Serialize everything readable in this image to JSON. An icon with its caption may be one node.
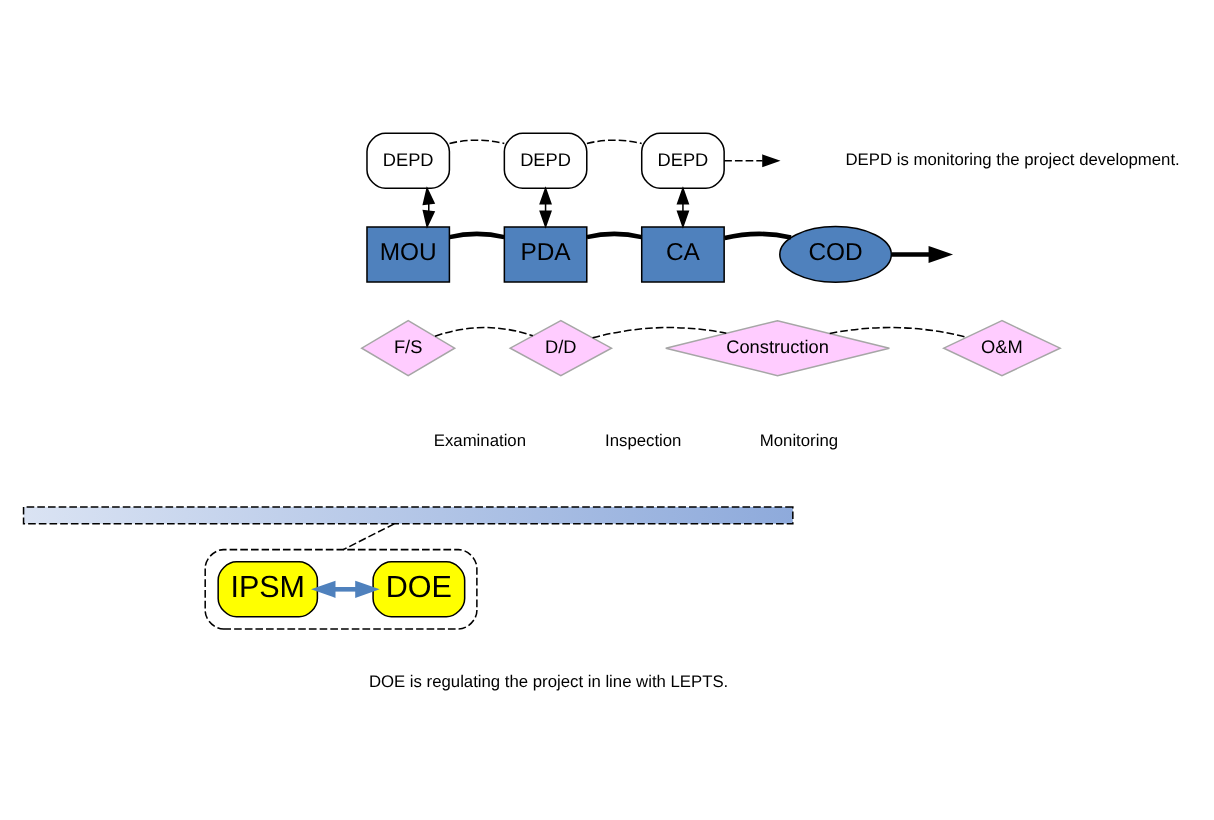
{
  "diagram": {
    "nodes": [
      {
        "text": [
          "DEPD"
        ]
      },
      {
        "text": [
          "DEPD"
        ]
      },
      {
        "text": [
          "DEPD"
        ]
      },
      {
        "text": [
          "MOU"
        ]
      },
      {
        "text": [
          "PDA"
        ]
      },
      {
        "text": [
          "CA"
        ]
      },
      {
        "text": [
          "COD"
        ]
      },
      {
        "text": [
          "F/S"
        ]
      },
      {
        "text": [
          "D/D"
        ]
      },
      {
        "text": [
          "Construction"
        ]
      },
      {
        "text": [
          "O&M"
        ]
      },
      {
        "text": [],
        "shape": "bar"
      },
      {
        "text": [],
        "shape": "box"
      },
      {
        "text": [
          "IPSM"
        ],
        "in": 12
      },
      {
        "text": [
          "DOE"
        ],
        "in": 12
      }
    ],
    "edges": [
      {
        "from": 0,
        "to": 1,
        "arrow": "none",
        "style": "dashed"
      },
      {
        "from": 1,
        "to": 2,
        "arrow": "none",
        "style": "dashed"
      },
      {
        "from": 2,
        "to": null,
        "arrow": "to",
        "style": "dashed"
      },
      {
        "from": 0,
        "to": 3,
        "arrow": "both"
      },
      {
        "from": 1,
        "to": 4,
        "arrow": "both"
      },
      {
        "from": 2,
        "to": 5,
        "arrow": "both"
      },
      {
        "from": 3,
        "to": 4,
        "arrow": "none",
        "style": "thick"
      },
      {
        "from": 4,
        "to": 5,
        "arrow": "none",
        "style": "thick"
      },
      {
        "from": 5,
        "to": 6,
        "arrow": "none",
        "style": "thick"
      },
      {
        "from": 6,
        "to": null,
        "arrow": "to",
        "style": "thick"
      },
      {
        "from": 7,
        "to": 8,
        "arrow": "none",
        "style": "dashed"
      },
      {
        "from": 8,
        "to": 9,
        "arrow": "none",
        "style": "dashed"
      },
      {
        "from": 9,
        "to": 10,
        "arrow": "none",
        "style": "dashed"
      },
      {
        "from": 11,
        "to": 12,
        "arrow": "none",
        "style": "dashed"
      },
      {
        "from": 13,
        "to": 14,
        "arrow": "both",
        "style": "thick",
        "color": "#4f81bd"
      }
    ],
    "labels": [
      "DEPD is monitoring the project development.",
      "Examination",
      "Inspection",
      "Monitoring",
      "DOE is regulating the project in line with LEPTS."
    ]
  }
}
